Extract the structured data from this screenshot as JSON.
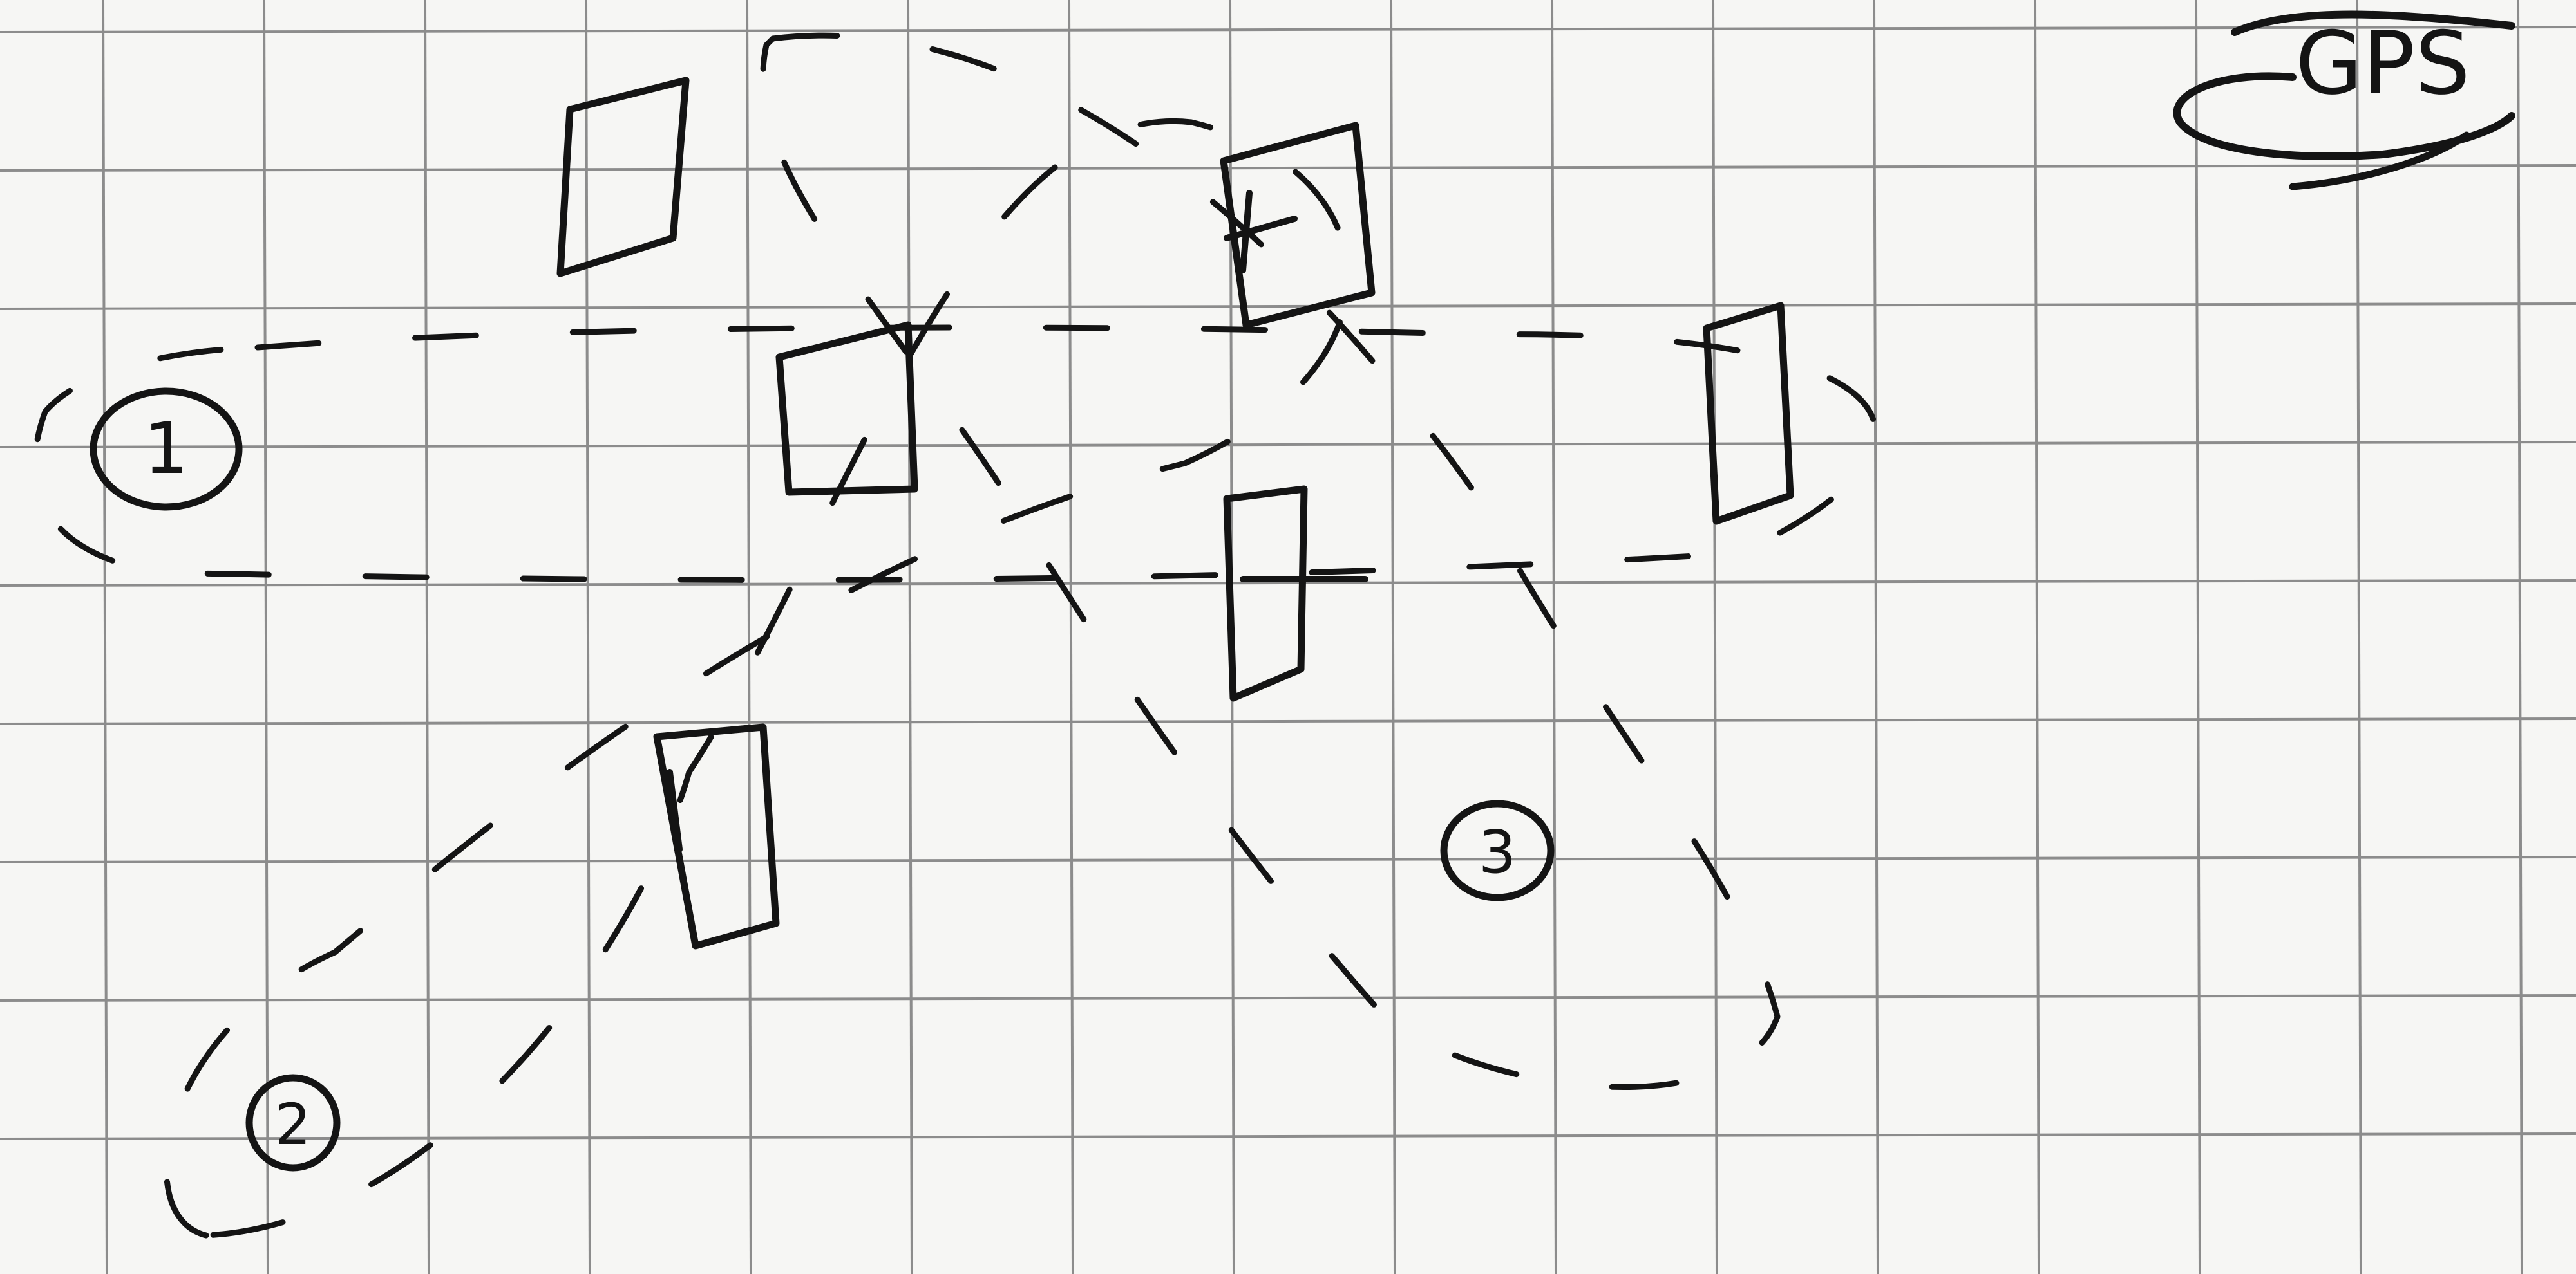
{
  "title_badge": {
    "text": "GPS"
  },
  "markers": [
    {
      "id": "marker-1",
      "label": "1"
    },
    {
      "id": "marker-2",
      "label": "2"
    },
    {
      "id": "marker-3",
      "label": "3"
    }
  ],
  "colors": {
    "ink": "#141414",
    "paper": "#f6f6f4",
    "grid": "#8c8c8c"
  }
}
